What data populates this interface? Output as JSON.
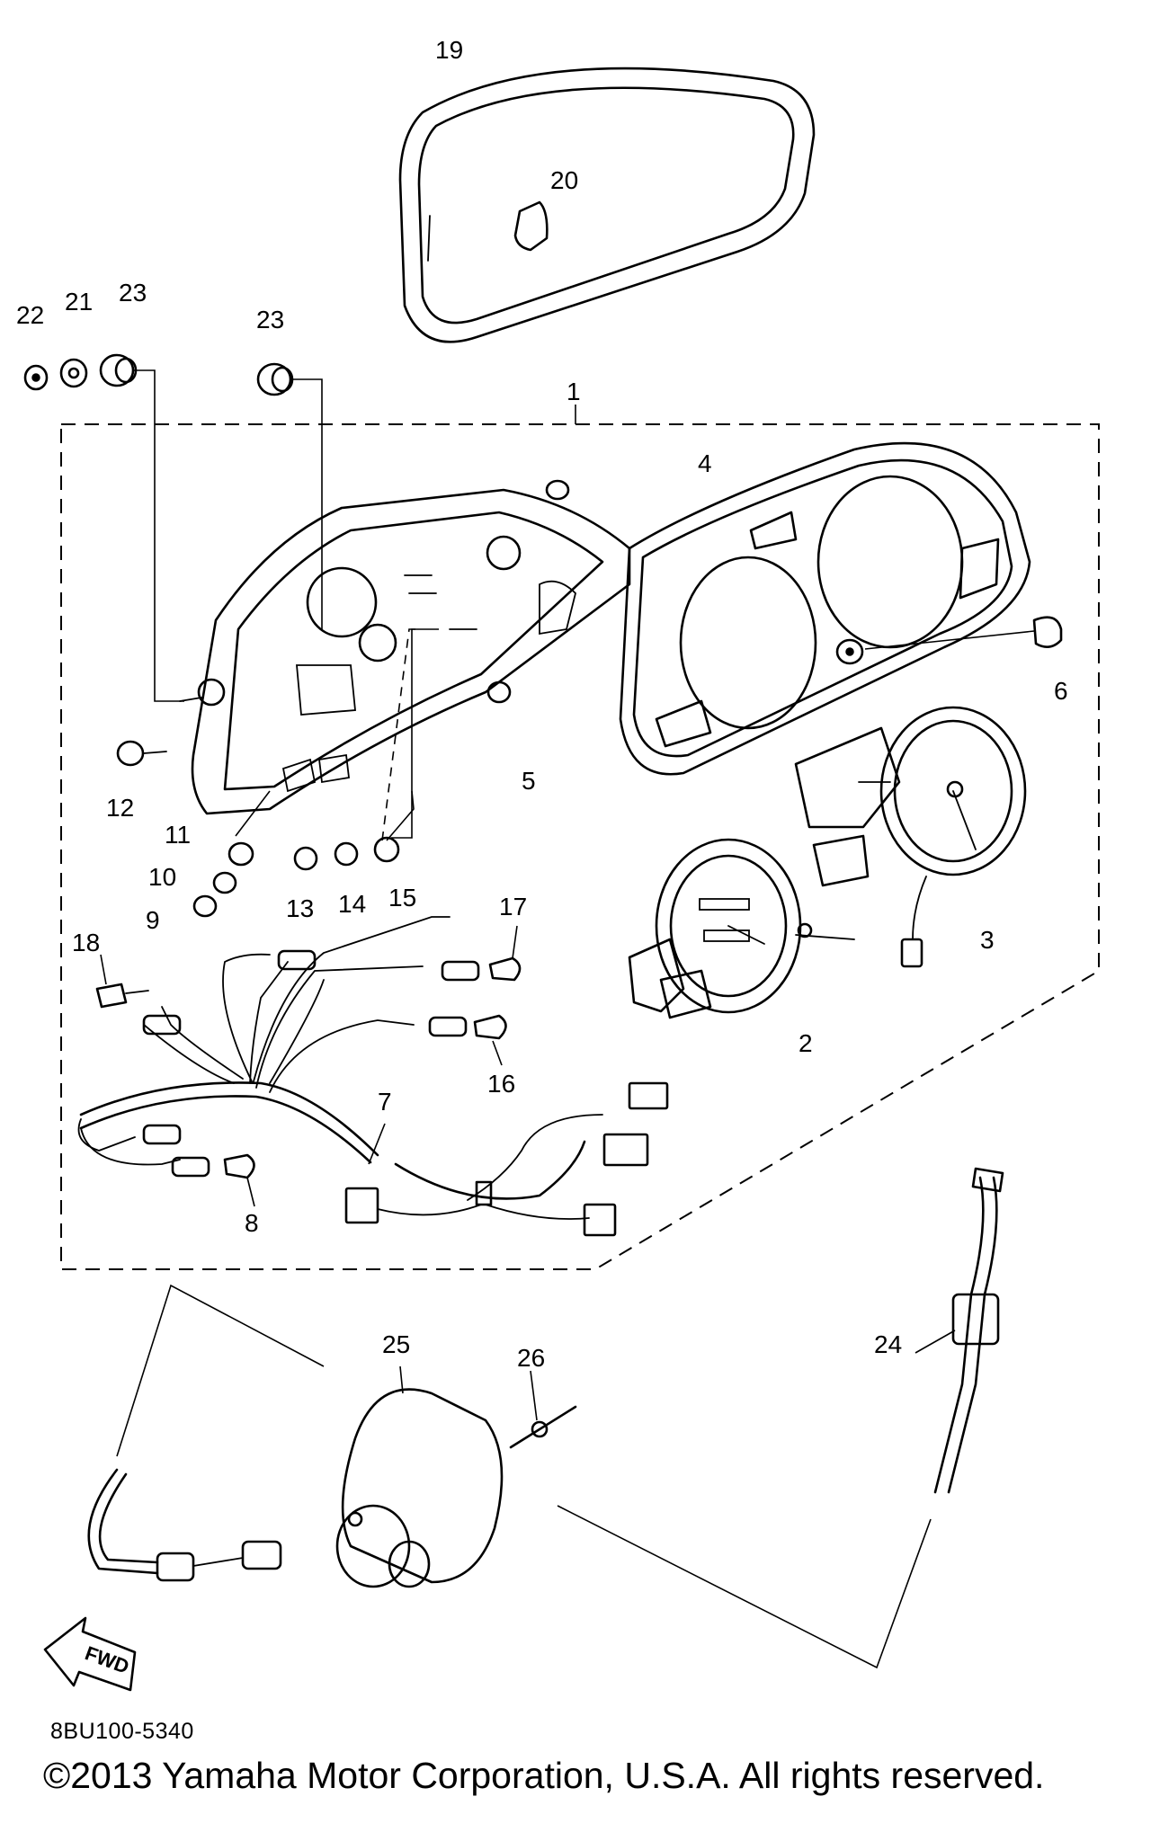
{
  "callouts": {
    "c1": "1",
    "c2": "2",
    "c3": "3",
    "c4": "4",
    "c5": "5",
    "c6": "6",
    "c7": "7",
    "c8": "8",
    "c9": "9",
    "c10": "10",
    "c11": "11",
    "c12": "12",
    "c13": "13",
    "c14": "14",
    "c15": "15",
    "c16": "16",
    "c17": "17",
    "c18": "18",
    "c19": "19",
    "c20": "20",
    "c21": "21",
    "c22": "22",
    "c23a": "23",
    "c23b": "23",
    "c24": "24",
    "c25": "25",
    "c26": "26"
  },
  "fwd_label": "FWD",
  "diagram_code": "8BU100-5340",
  "copyright": "©2013 Yamaha Motor Corporation, U.S.A. All rights reserved."
}
